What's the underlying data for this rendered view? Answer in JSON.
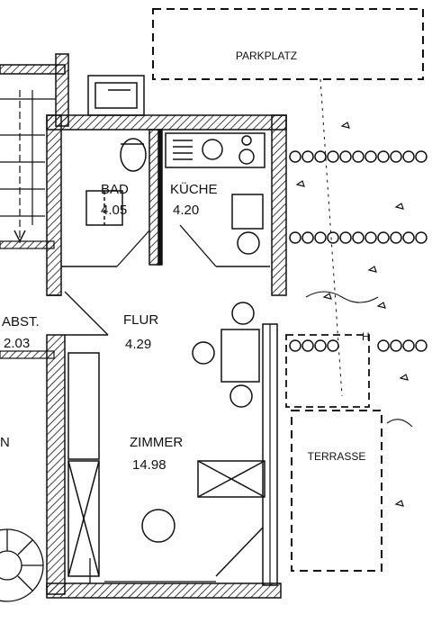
{
  "plan": {
    "labels": {
      "parking": "PARKPLATZ",
      "bath_name": "BAD",
      "bath_area": "4.05",
      "kitchen_name": "KÜCHE",
      "kitchen_area": "4.20",
      "hall_name": "FLUR",
      "hall_area": "4.29",
      "storage_name": "ABST.",
      "storage_area": "2.03",
      "room_name": "ZIMMER",
      "room_area": "14.98",
      "terrace": "TERRASSE",
      "corner_mark": "H",
      "edge_letter": "N"
    }
  }
}
